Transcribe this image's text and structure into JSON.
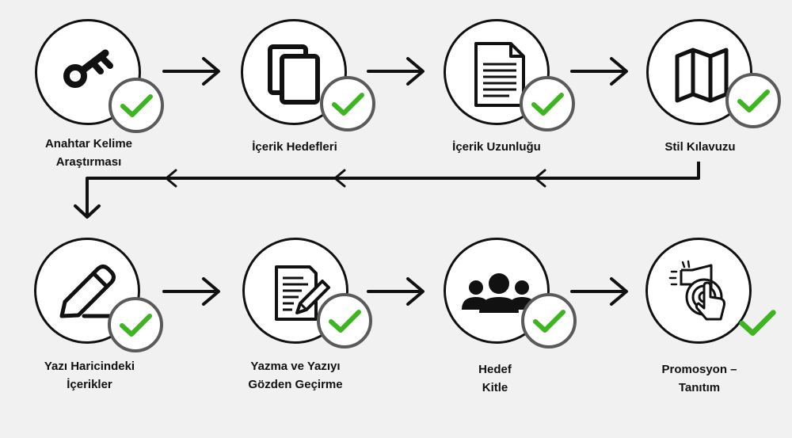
{
  "colors": {
    "background": "#f1f1f1",
    "outline": "#111111",
    "check_ring": "#5a5a5a",
    "check": "#3cb521"
  },
  "steps": [
    {
      "icon": "key-icon",
      "label": [
        "Anahtar Kelime",
        "Araştırması"
      ],
      "completed": true
    },
    {
      "icon": "copy-icon",
      "label": [
        "İçerik Hedefleri"
      ],
      "completed": true
    },
    {
      "icon": "document-icon",
      "label": [
        "İçerik Uzunluğu"
      ],
      "completed": true
    },
    {
      "icon": "map-icon",
      "label": [
        "Stil Kılavuzu"
      ],
      "completed": true
    },
    {
      "icon": "pencil-icon",
      "label": [
        "Yazı Haricindeki",
        "İçerikler"
      ],
      "completed": true
    },
    {
      "icon": "edit-document-icon",
      "label": [
        "Yazma ve Yazıyı",
        "Gözden Geçirme"
      ],
      "completed": true
    },
    {
      "icon": "group-icon",
      "label": [
        "Hedef",
        "Kitle"
      ],
      "completed": true
    },
    {
      "icon": "promotion-touch-icon",
      "label": [
        "Promosyon –",
        "Tanıtım"
      ],
      "completed": true
    }
  ]
}
